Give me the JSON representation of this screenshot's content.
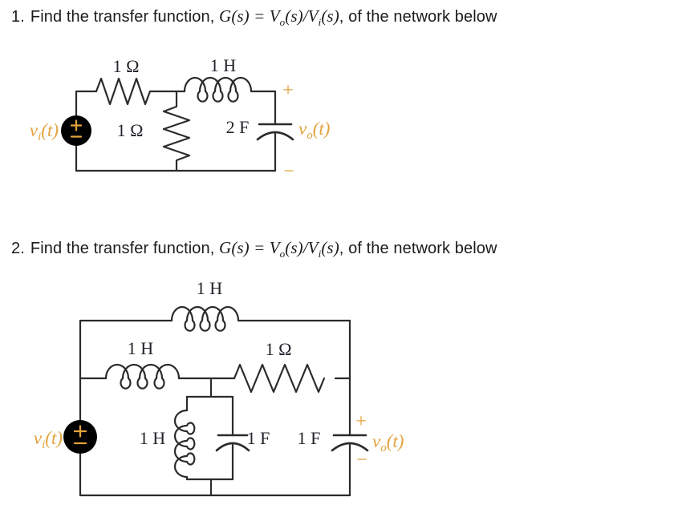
{
  "colors": {
    "background": "#FFFFFF",
    "accent_orange": "#E3A23C",
    "component_label_ink": "#23232B",
    "wire": "#2B2B2B",
    "title_ink": "#1B1B1B"
  },
  "problem1": {
    "title": {
      "number": "1.",
      "lead": "Find the transfer function, ",
      "math": {
        "G": "G",
        "p1": "(s) = V",
        "sub_o": "o",
        "p2": "(s)/V",
        "sub_i": "i",
        "p3": "(s)"
      },
      "tail": ", of the network below"
    },
    "circuit": {
      "series_resistor": "1 Ω",
      "series_inductor": "1 H",
      "shunt_resistor": "1 Ω",
      "output_capacitor": "2 F",
      "source_label": {
        "base": "v",
        "sub": "i",
        "arg": "(t)"
      },
      "output_label": {
        "base": "v",
        "sub": "o",
        "arg": "(t)"
      },
      "output_plus": "+",
      "output_minus": "−"
    }
  },
  "problem2": {
    "title": {
      "number": "2.",
      "lead": "Find the transfer function, ",
      "math": {
        "G": "G",
        "p1": "(s) = V",
        "sub_o": "o",
        "p2": "(s)/V",
        "sub_i": "i",
        "p3": "(s)"
      },
      "tail": ", of the network below"
    },
    "circuit": {
      "top_inductor": "1 H",
      "mid_inductor": "1 H",
      "mid_resistor": "1 Ω",
      "shunt_inductor": "1 H",
      "mid_capacitor": "1 F",
      "output_capacitor": "1 F",
      "source_label": {
        "base": "v",
        "sub": "i",
        "arg": "(t)"
      },
      "output_label": {
        "base": "v",
        "sub": "o",
        "arg": "(t)"
      },
      "output_plus": "+",
      "output_minus": "−"
    }
  }
}
